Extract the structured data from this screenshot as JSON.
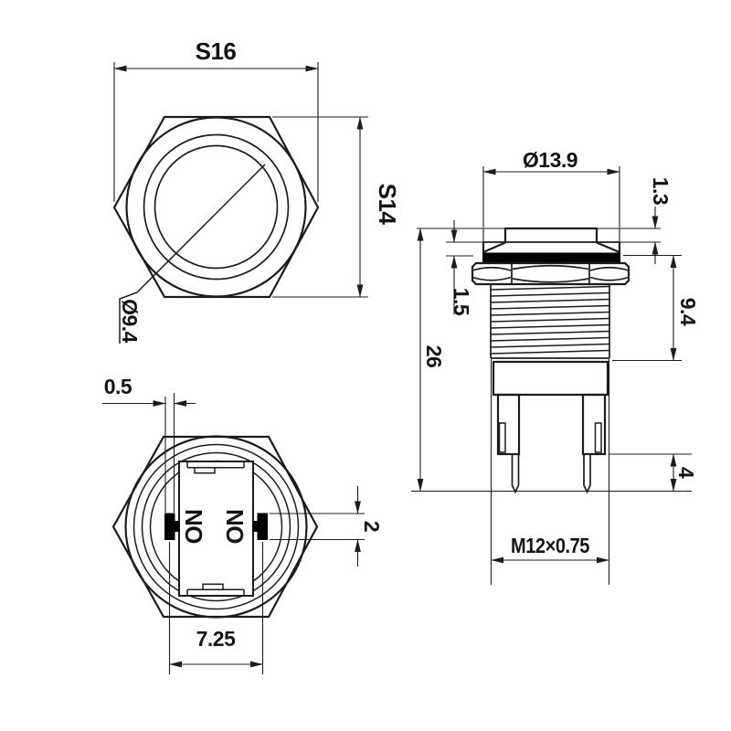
{
  "drawing": {
    "front_view": {
      "across_corners": "S16",
      "across_flats": "S14",
      "actuator_diameter": "Ø9.4"
    },
    "side_view": {
      "head_diameter": "Ø13.9",
      "head_height": "1.3",
      "washer_height": "1.5",
      "overall_length": "26",
      "thread_length": "9.4",
      "pin_length": "4",
      "thread_spec": "M12×0.75"
    },
    "back_view": {
      "terminal_thickness": "0.5",
      "terminal_width": "2",
      "pin_spacing": "7.25",
      "terminal_left_label": "NO",
      "terminal_right_label": "NO"
    },
    "colors": {
      "line": "#1c1c1c",
      "background": "#ffffff",
      "gasket_fill": "#000000"
    }
  }
}
